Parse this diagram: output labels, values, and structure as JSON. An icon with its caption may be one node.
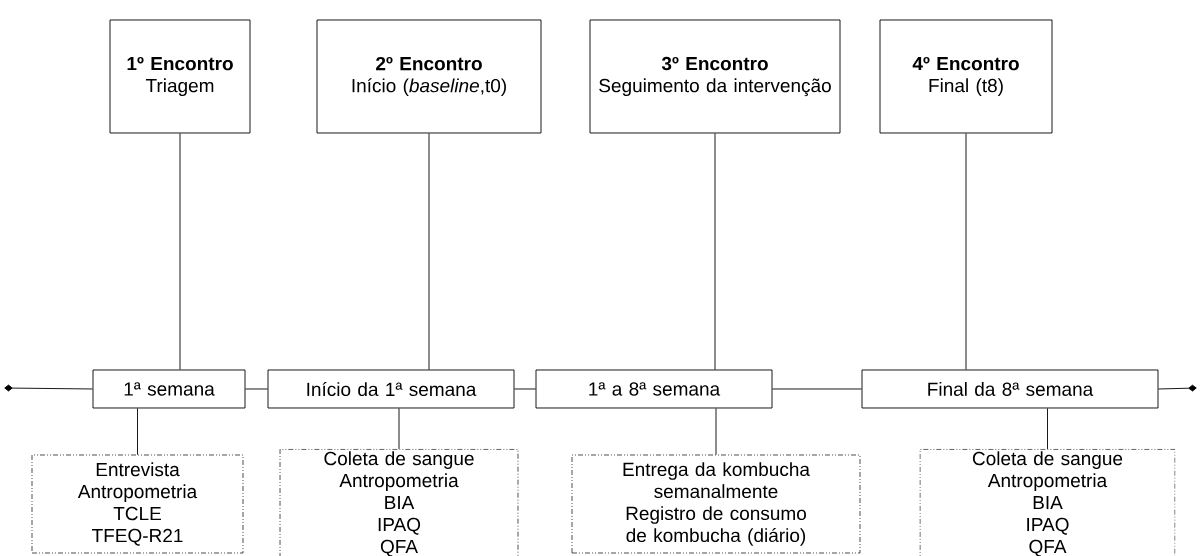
{
  "diagram": {
    "nodes": [
      {
        "text": [
          "1º Encontro",
          "Triagem"
        ]
      },
      {
        "text": [
          "2º Encontro",
          "Início (*baseline*,t0)"
        ]
      },
      {
        "text": [
          "3º Encontro",
          "Seguimento da intervenção"
        ]
      },
      {
        "text": [
          "4º Encontro",
          "Final (t8)"
        ]
      },
      {
        "text": [
          "1ª semana"
        ]
      },
      {
        "text": [
          "Início da 1ª semana"
        ]
      },
      {
        "text": [
          "1ª a 8ª semana"
        ]
      },
      {
        "text": [
          "Final da 8ª semana"
        ]
      },
      {
        "text": [
          "Entrevista",
          "Antropometria",
          "TCLE",
          "TFEQ-R21"
        ]
      },
      {
        "text": [
          "Coleta de sangue",
          "Antropometria",
          "BIA",
          "IPAQ",
          "QFA"
        ]
      },
      {
        "text": [
          "Entrega da kombucha semanalmente",
          "Registro de consumo de kombucha (diário)"
        ]
      },
      {
        "text": [
          "Coleta de sangue",
          "Antropometria",
          "BIA",
          "IPAQ",
          "QFA"
        ]
      }
    ],
    "edges": [
      {
        "from": 0,
        "to": 4,
        "arrow": "none"
      },
      {
        "from": 1,
        "to": 5,
        "arrow": "none"
      },
      {
        "from": 2,
        "to": 6,
        "arrow": "none"
      },
      {
        "from": 3,
        "to": 7,
        "arrow": "none"
      },
      {
        "from": 4,
        "to": 8,
        "arrow": "none"
      },
      {
        "from": 5,
        "to": 9,
        "arrow": "none"
      },
      {
        "from": 6,
        "to": 10,
        "arrow": "none"
      },
      {
        "from": 7,
        "to": 11,
        "arrow": "none"
      },
      {
        "from": null,
        "to": 4,
        "arrow": "other"
      },
      {
        "from": 4,
        "to": 5,
        "arrow": "none"
      },
      {
        "from": 5,
        "to": 6,
        "arrow": "none"
      },
      {
        "from": 6,
        "to": 7,
        "arrow": "none"
      },
      {
        "from": 7,
        "to": null,
        "arrow": "other"
      }
    ]
  }
}
